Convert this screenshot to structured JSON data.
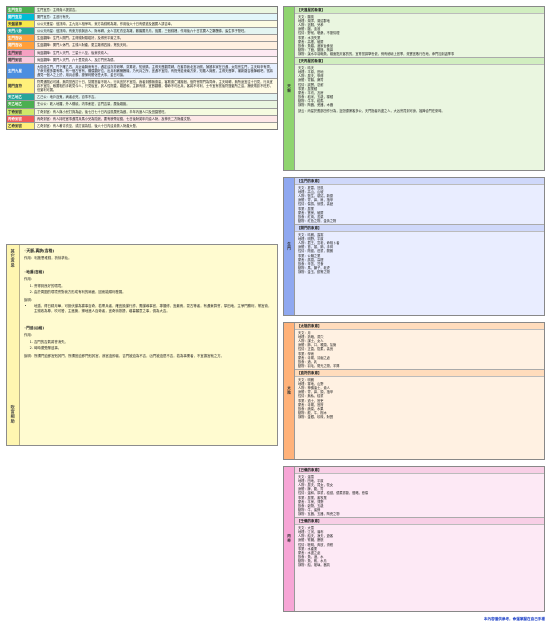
{
  "left_table": [
    {
      "label": "生門宜忌",
      "text": "生門宜忌：主得貴人提拔吉。",
      "color": "c-green"
    },
    {
      "label": "開門宜忌",
      "text": "開門宜忌：主進行有失。",
      "color": "c-cyan"
    },
    {
      "label": "天盤星神",
      "text": "公公天蓬星：值訊時，主九泥人相爭叫，東方為錢鴨為難，作用後六十日有優道及困厲人誘吉幸。",
      "color": "c-yellow"
    },
    {
      "label": "天門八卦",
      "text": "公公天丙星：值訊時，有東方鴉與壽人，財帛轉，女人富紅衣至為難，鵝腸厲鳥鳥，強厲，三個錢裡，作用後六十日富厲人之夥醜徐，遙生事子發旺。",
      "color": "c-teal"
    },
    {
      "label": "生門吉凶",
      "text": "生盤翻陣：生門入開門，主得錢財頭碰好，及得會平置之事。",
      "color": "c-orange"
    },
    {
      "label": "開門吉凶",
      "text": "生盤翻陣：開門入休門，主錢人財產，更主難得四歸，貿長天利。",
      "color": "c-orange"
    },
    {
      "label": "生門到宮",
      "text": "尚盤翻陣：生門入天門，三星十八至，後東衣衛人。",
      "color": "c-pink"
    },
    {
      "label": "開門到宮",
      "text": "尚盤翻陣：開門入天門，六十里見貴人，及訂門會為優。",
      "color": "c-lpink"
    },
    {
      "label": "生門九星",
      "text": "大陰值生門，門下確乙四，兵近幾騎而有日，遇定遠亦芳研攀，幫罵老，知就購，主得天蓬翻境轉，在畜慕我北宜功照，捕援本家在日遇，太陰會生門，主天時辛有潤，下命天種多果有嗎，有一個古會有，棚價翻好位，出兵利著爾騰機，乃代兵之所，宜遇不宜隱，有聲兇從東南方來，知戴人與應，主得天蓬擊，補新路吉極陣戰吧，當將遇見一個人之上於，用兵必勝，擾掃利體化任大事，金日可據。",
      "color": "c-blue"
    },
    {
      "label": "開門直符",
      "text": "符菁遇開必可補，無同當西訂十日，幫開當者不既人，行兵宜於不宜隱，我者到勝無德患，客欺德亡難攜個，值符會開門為同命，主天時轉，無所途宜往十日見，行兵宜存不宜隱，敵厲相的手乾見今人，只見後宜，其人性剛直，難題和，主師有德，宜數翻贈，傳命不可出兵，客將不可利，士令宜有當後符醫鍵所之遠，攪統電影不旺形，但謝利可展。",
      "color": "c-lyellow"
    },
    {
      "label": "天乙地乙",
      "text": "乙己公：地戶逢鬼，病者必死，百事不吉。",
      "color": "c-teal"
    },
    {
      "label": "天乙地乙",
      "text": "壬公公：乾入地羅，外人纏繞，内事紊密，吉門吉量，厲兔難脫。",
      "color": "c-green"
    },
    {
      "label": "丁奇到宮",
      "text": "丁奇到宮：有人與小兒打詢為處，後七日七十日內遠風厲死為戲，半年內速人口及田園發旺。",
      "color": "c-ygreen"
    },
    {
      "label": "丙奇到宮",
      "text": "丙奇到宮：有人持旺宦事遇買兵馬小兒為隱浪，要有貌帶足醬，七日後財英年内遠人財，及神氏二方財產文發。",
      "color": "c-red"
    },
    {
      "label": "乙奇到宮",
      "text": "乙奇到宮：有人著青衣至，或訂滅為隱，後六十日内遠貴曾入財產大發。",
      "color": "c-lyellow"
    }
  ],
  "notes": {
    "side_top": "其它宜忌",
    "side_bottom": "吹宮相助",
    "title": "◦天脈,真訣(吉格)",
    "usage_label": "作用：",
    "usage_text": "作用：利施恩堆錢，祈禱求仙。",
    "section2_title": "◦地遁(吉格)",
    "section2_items": [
      "會得到良好的環境。",
      "由於周圍的環境會對我方形成有利的局面，因而能順利發展。"
    ],
    "explain_label": "說明：",
    "explain_bullets": [
      "地遁，得日精月華，可設伏謀為寡事百奇，若帶兵者，確宜設謀行詐，需謀尋事官，專攜修，宜最焉，蒙古等者，有遇東算會，厚田地，主爭門勝利，帯宮貴，主錢收為尊，吹可發，主進擁，掃地進人百奇者，宜奇禱熟擾，增募願意之事，俱為大吉。"
    ],
    "section3_title": "◦門迫(凶格)",
    "section3_items": [
      "吉門的吉氣將會消失。",
      "時時遭受壓迫事。"
    ],
    "explain2_text": "說明：所謂門迫即宮剋其門，所謂宮迫即門剋其宮，我宮迫即者，吉門被迫為不吉，凶門被迫是不吉，若為事業者，不宜擴宮就之方。"
  },
  "right_boxes": [
    {
      "side": "天盤",
      "color": "box-green",
      "sections": [
        {
          "title": "【天蓬星的象意】",
          "lines": [
            "天文：颶風",
            "地理：湖澤，湖沼群地",
            "人物：盜賊，兒孝",
            "身體：腦，血液",
            "性情：野蠻，聰桑，不擾情理",
            "事業：水流失業",
            "屋舍：高樓，破屋",
            "飲食：魚類，酒家台食品",
            "動物：了飽，獾猻，狗鼻",
            "靜物：溪水中羽翰魚，總面點天客的的，宜育當講擊世依，例有絕壞上官季，竟實宜敬行在地，命門加到盡季事"
          ]
        },
        {
          "title": "【天丙星的象意】",
          "lines": [
            "天文：晴天",
            "地理：平原，田地",
            "人物：農夫，學得",
            "身體：胃腸，脾胃",
            "性情：誠實，忍耐",
            "事業：農業種",
            "屋舍：平坊，瓦房",
            "飲食：稻米，五穀，糧種",
            "動物：牛羊，稻馬",
            "靜物：陶器，瓷器，木器"
          ],
          "para": "訣云：丙星於應部田作分為，盜殼優屢客多公，天門指者內邊之人，大凶會員到可身，福陣合門在來時。"
        }
      ]
    },
    {
      "side": "生門",
      "color": "box-blue",
      "sections": [
        {
          "title": "【生門的象意】",
          "lines": [
            "天文：夏雲，狂風",
            "地理：高山，山坡",
            "人物：醫生，慈姑，新聞",
            "身體：胃，鼻，肩，指甲",
            "性情：傷感，懷恨，善變",
            "事業：農業",
            "屋舍：寶房，破屋",
            "飲食：紅肉，苦菜",
            "動物：紅色之物，金黃之物"
          ]
        },
        {
          "title": "【開門的象意】",
          "lines": [
            "天文：晴朗，露霧",
            "地理：明野，平原",
            "人物：君王，富老，命相卜者",
            "身體：首，頭，肺，手臂",
            "性情：剛健，莊重，開朗",
            "事業：公職之業",
            "屋舍：廣闊，高樓",
            "飲食：辛苦，甘食",
            "動物：馬，獅子，老虎",
            "靜物：金玉，鏡等之物"
          ]
        }
      ]
    },
    {
      "side": "太陰",
      "color": "box-orange",
      "sections": [
        {
          "title": "【太陰的象意】",
          "lines": [
            "天文：月",
            "地理：熱暗，洞穴",
            "人物：謀士，女人",
            "身體：肺，口，喉頭，氣管",
            "性情：正直，陰柔，善良",
            "事業：學術",
            "屋舍：寺廟，清幽之處",
            "飲食：酒，乳",
            "動物：羽毛，陽光之物，羊隊"
          ]
        },
        {
          "title": "【直符的象意】",
          "lines": [
            "天文：明朗",
            "地理：寨地，山野",
            "人物：神佛達士，貴人",
            "身體：胃，鼻，頭，指甲",
            "性情：無私，穩重",
            "事業：道士，官吏",
            "屋舍：寺廟，官府",
            "飲食：蔬菜，水果",
            "動物：龍，牛，樹木",
            "靜物：金銀，珍珠，財寶"
          ]
        }
      ]
    },
    {
      "side": "丙奇",
      "color": "box-pink",
      "sections": [
        {
          "title": "【己儀的象意】",
          "lines": [
            "天文：溫雪",
            "地理：田地，平原",
            "人物：農夫，賢女，牧女",
            "身體：脾，腹，胃",
            "性情：溫和，厚重，穩健，優柔寡斷，慢略，悲傷",
            "事業：農業，畜牧業",
            "屋舍：平房，郊野",
            "飲食：穀物，五穀",
            "動物：牛，蜜蜂",
            "靜物：瓦器，五器，陶瓷之物"
          ]
        },
        {
          "title": "【壬儀的象意】",
          "lines": [
            "天文：大雪",
            "地理：江河，瀑布",
            "人物：船夫，漁夫，遊客",
            "身體：腎臟，膀胱",
            "性情：聰明，奔放，滑稽",
            "事業：水產業",
            "屋舍：水邊之處",
            "飲食：魚，酒，水",
            "動物：魚，鴨，水鳥",
            "靜物：船，玻璃，器具"
          ]
        }
      ]
    }
  ],
  "footer": "本內容僅供參考，命運掌握在自己手裡"
}
